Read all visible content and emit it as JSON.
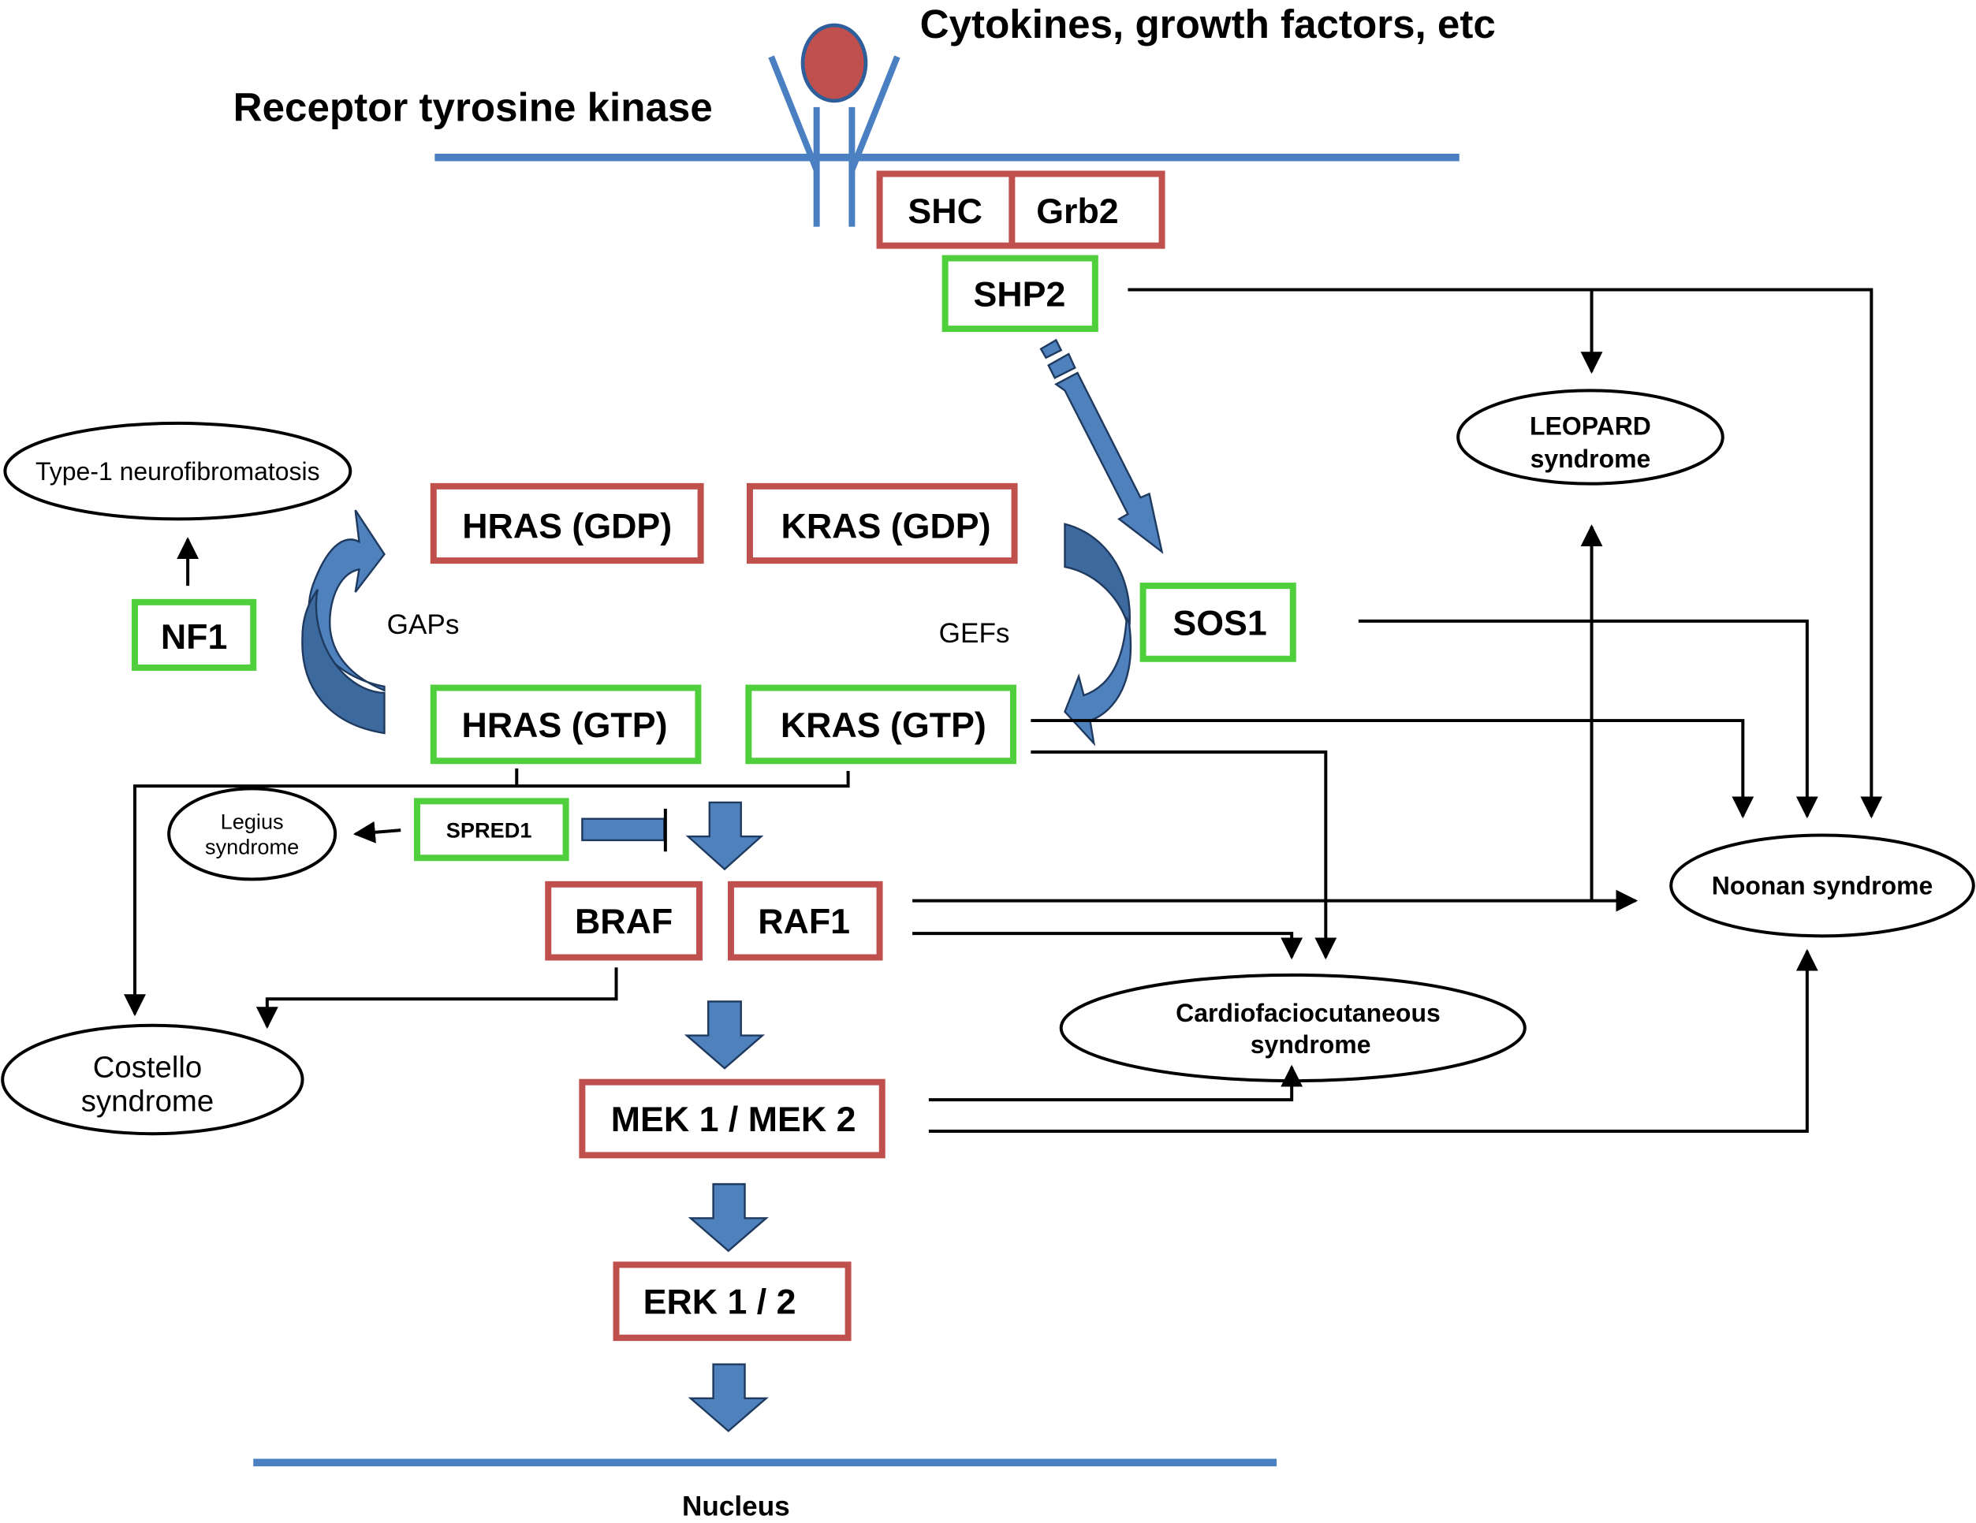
{
  "diagram": {
    "title_top": "Cytokines, growth factors, etc",
    "receptor_label": "Receptor tyrosine kinase",
    "nucleus_label": "Nucleus",
    "colors": {
      "oncogene_box": "#c0504d",
      "regulator_box": "#4fcf3b",
      "membrane": "#4a7fc1",
      "flow_arrow": "#4f81bd",
      "ligand": "#c0504d"
    },
    "nodes": {
      "shc": "SHC",
      "grb2": "Grb2",
      "shp2": "SHP2",
      "sos1": "SOS1",
      "nf1": "NF1",
      "hras_gdp": "HRAS (GDP)",
      "kras_gdp": "KRAS (GDP)",
      "hras_gtp": "HRAS (GTP)",
      "kras_gtp": "KRAS (GTP)",
      "spred1": "SPRED1",
      "braf": "BRAF",
      "raf1": "RAF1",
      "mek": "MEK 1 / MEK 2",
      "erk": "ERK 1 / 2"
    },
    "labels": {
      "gaps": "GAPs",
      "gefs": "GEFs"
    },
    "syndromes": {
      "nf1_disease": "Type-1 neurofibromatosis",
      "leopard_l1": "LEOPARD",
      "leopard_l2": "syndrome",
      "legius_l1": "Legius",
      "legius_l2": "syndrome",
      "costello_l1": "Costello",
      "costello_l2": "syndrome",
      "cfc_l1": "Cardiofaciocutaneous",
      "cfc_l2": "syndrome",
      "noonan": "Noonan syndrome"
    }
  }
}
